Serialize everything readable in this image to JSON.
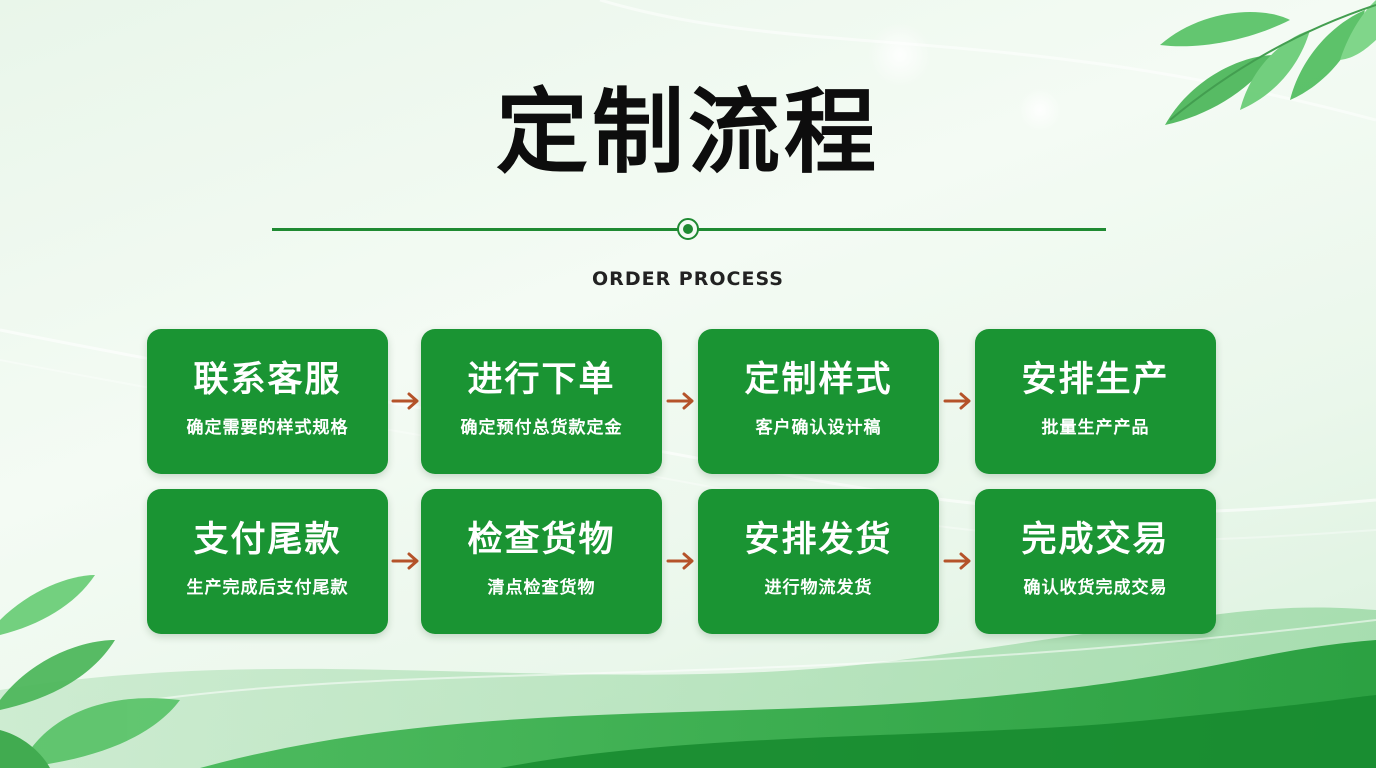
{
  "title": "定制流程",
  "subtitle": "ORDER PROCESS",
  "colors": {
    "card": "#1a9433",
    "divider": "#1f8a32",
    "arrow": "#b5532a"
  },
  "steps": [
    {
      "title": "联系客服",
      "desc": "确定需要的样式规格"
    },
    {
      "title": "进行下单",
      "desc": "确定预付总货款定金"
    },
    {
      "title": "定制样式",
      "desc": "客户确认设计稿"
    },
    {
      "title": "安排生产",
      "desc": "批量生产产品"
    },
    {
      "title": "支付尾款",
      "desc": "生产完成后支付尾款"
    },
    {
      "title": "检查货物",
      "desc": "清点检查货物"
    },
    {
      "title": "安排发货",
      "desc": "进行物流发货"
    },
    {
      "title": "完成交易",
      "desc": "确认收货完成交易"
    }
  ]
}
